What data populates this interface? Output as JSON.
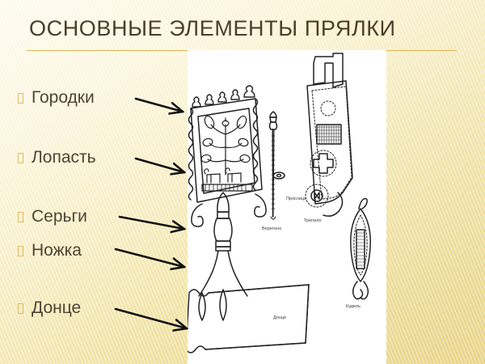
{
  "slide": {
    "title": "ОСНОВНЫЕ ЭЛЕМЕНТЫ ПРЯЛКИ",
    "background_start": "#fdf8e4",
    "background_end": "#e9d684",
    "rule_color": "#d9ab46",
    "title_color": "#4a3f2a",
    "text_color": "#4e4434",
    "bullet_color": "#e0b964",
    "arrow_color": "#1a1a1a",
    "panel_background": "#ffffff"
  },
  "bullets": [
    {
      "label": "Городки",
      "bullet_glyph": "box-bullet-icon"
    },
    {
      "label": "Лопасть",
      "bullet_glyph": "box-bullet-icon"
    },
    {
      "label": "Серьги",
      "bullet_glyph": "box-bullet-icon"
    },
    {
      "label": "Ножка",
      "bullet_glyph": "box-bullet-icon"
    },
    {
      "label": "Донце",
      "bullet_glyph": "box-bullet-icon"
    }
  ],
  "illustration": {
    "description": "Чертёж русской прялки с подписанными деталями",
    "captions": [
      {
        "text": "Трепало"
      },
      {
        "text": "Пряслице"
      },
      {
        "text": "Веретено"
      },
      {
        "text": "Донце"
      },
      {
        "text": "Кудель"
      }
    ]
  }
}
